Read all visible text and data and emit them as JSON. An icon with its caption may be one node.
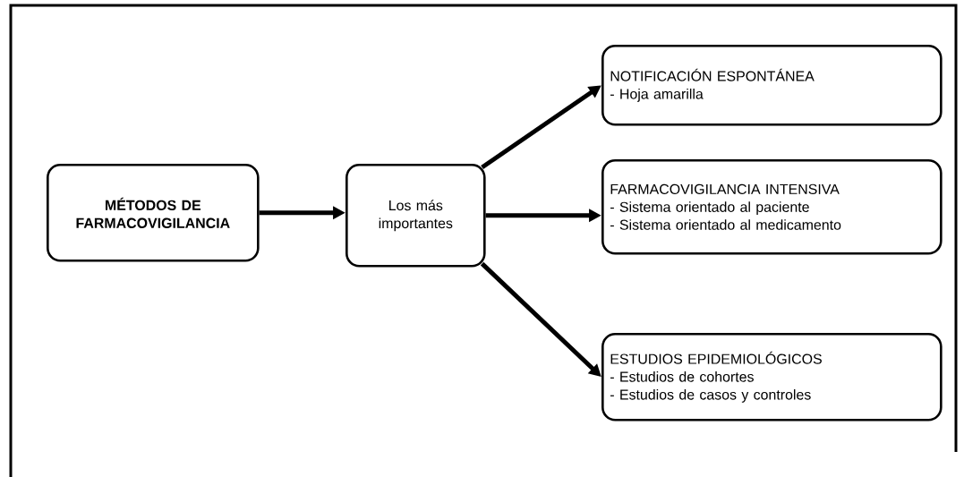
{
  "diagram": {
    "nodes": [
      {
        "text": [
          "MÉTODOS DE FARMACOVIGILANCIA"
        ]
      },
      {
        "text": [
          "Los más importantes"
        ]
      },
      {
        "text": [
          "NOTIFICACIÓN ESPONTÁNEA",
          "- Hoja amarilla"
        ]
      },
      {
        "text": [
          "FARMACOVIGILANCIA INTENSIVA",
          "- Sistema orientado al paciente",
          "- Sistema orientado al medicamento"
        ]
      },
      {
        "text": [
          "ESTUDIOS EPIDEMIOLÓGICOS",
          "- Estudios de cohortes",
          "- Estudios de casos y controles"
        ]
      }
    ],
    "edges": [
      {
        "from": 0,
        "to": 1,
        "arrow": "to"
      },
      {
        "from": 1,
        "to": 2,
        "arrow": "to"
      },
      {
        "from": 1,
        "to": 3,
        "arrow": "to"
      },
      {
        "from": 1,
        "to": 4,
        "arrow": "to"
      }
    ]
  }
}
